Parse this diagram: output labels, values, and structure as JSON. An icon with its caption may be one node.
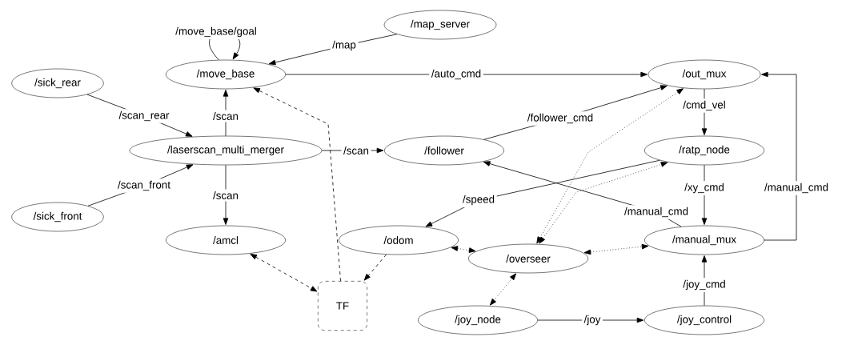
{
  "diagram": {
    "nodes": [
      {
        "text": [
          "/map_server"
        ]
      },
      {
        "text": [
          "/move_base"
        ]
      },
      {
        "text": [
          "/out_mux"
        ]
      },
      {
        "text": [
          "/sick_rear"
        ]
      },
      {
        "text": [
          "/laserscan_multi_merger"
        ]
      },
      {
        "text": [
          "/follower"
        ]
      },
      {
        "text": [
          "/ratp_node"
        ]
      },
      {
        "text": [
          "/sick_front"
        ]
      },
      {
        "text": [
          "/amcl"
        ]
      },
      {
        "text": [
          "/odom"
        ]
      },
      {
        "text": [
          "/overseer"
        ]
      },
      {
        "text": [
          "/manual_mux"
        ]
      },
      {
        "text": [
          "TF"
        ]
      },
      {
        "text": [
          "/joy_node"
        ]
      },
      {
        "text": [
          "/joy_control"
        ]
      }
    ],
    "edges": [
      {
        "from": 0,
        "to": 1,
        "arrow": "to",
        "label": "/map"
      },
      {
        "from": 1,
        "to": 2,
        "arrow": "to",
        "label": "/auto_cmd"
      },
      {
        "from": 1,
        "to": 1,
        "arrow": "to",
        "label": "/move_base/goal"
      },
      {
        "from": 3,
        "to": 4,
        "arrow": "to",
        "label": "/scan_rear"
      },
      {
        "from": 4,
        "to": 1,
        "arrow": "to",
        "label": "/scan"
      },
      {
        "from": 4,
        "to": 5,
        "arrow": "to",
        "label": "/scan"
      },
      {
        "from": 7,
        "to": 4,
        "arrow": "to",
        "label": "/scan_front"
      },
      {
        "from": 4,
        "to": 8,
        "arrow": "to",
        "label": "/scan"
      },
      {
        "from": 12,
        "to": 1,
        "arrow": "to",
        "style": "dashed"
      },
      {
        "from": 5,
        "to": 2,
        "arrow": "to",
        "label": "/follower_cmd"
      },
      {
        "from": 2,
        "to": 6,
        "arrow": "to",
        "label": "/cmd_vel"
      },
      {
        "from": 6,
        "to": 11,
        "arrow": "to",
        "label": "/xy_cmd"
      },
      {
        "from": 11,
        "to": 2,
        "arrow": "to",
        "label": "/manual_cmd"
      },
      {
        "from": 6,
        "to": 9,
        "arrow": "to",
        "label": "/speed"
      },
      {
        "from": 11,
        "to": 5,
        "arrow": "to",
        "label": "/manual_cmd"
      },
      {
        "from": 10,
        "to": 2,
        "arrow": "both",
        "style": "dashed"
      },
      {
        "from": 10,
        "to": 6,
        "arrow": "both",
        "style": "dashed"
      },
      {
        "from": 9,
        "to": 10,
        "arrow": "both",
        "style": "dashed"
      },
      {
        "from": 10,
        "to": 11,
        "arrow": "both",
        "style": "dashed"
      },
      {
        "from": 10,
        "to": 13,
        "arrow": "both",
        "style": "dashed"
      },
      {
        "from": 8,
        "to": 12,
        "arrow": "both",
        "style": "dashed"
      },
      {
        "from": 9,
        "to": 12,
        "arrow": "to",
        "style": "dashed"
      },
      {
        "from": 13,
        "to": 14,
        "arrow": "to",
        "label": "/joy"
      },
      {
        "from": 14,
        "to": 11,
        "arrow": "to",
        "label": "/joy_cmd"
      }
    ]
  }
}
